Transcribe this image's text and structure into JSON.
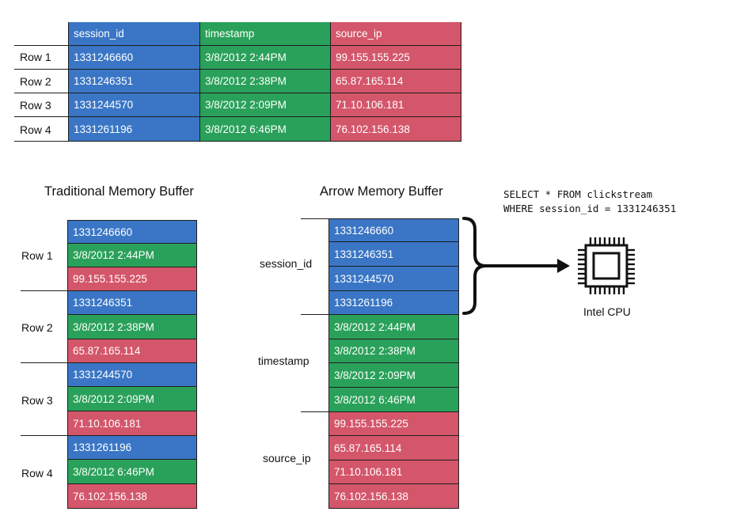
{
  "colors": {
    "blue": "#3a76c5",
    "green": "#2aa15a",
    "red": "#d4566a"
  },
  "top_table": {
    "headers": [
      "session_id",
      "timestamp",
      "source_ip"
    ],
    "row_labels": [
      "Row 1",
      "Row 2",
      "Row 3",
      "Row 4"
    ],
    "rows": [
      [
        "1331246660",
        "3/8/2012 2:44PM",
        "99.155.155.225"
      ],
      [
        "1331246351",
        "3/8/2012 2:38PM",
        "65.87.165.114"
      ],
      [
        "1331244570",
        "3/8/2012 2:09PM",
        "71.10.106.181"
      ],
      [
        "1331261196",
        "3/8/2012 6:46PM",
        "76.102.156.138"
      ]
    ]
  },
  "traditional": {
    "title": "Traditional Memory Buffer",
    "row_labels": [
      "Row 1",
      "Row 2",
      "Row 3",
      "Row 4"
    ],
    "cells": [
      "1331246660",
      "3/8/2012 2:44PM",
      "99.155.155.225",
      "1331246351",
      "3/8/2012 2:38PM",
      "65.87.165.114",
      "1331244570",
      "3/8/2012 2:09PM",
      "71.10.106.181",
      "1331261196",
      "3/8/2012 6:46PM",
      "76.102.156.138"
    ]
  },
  "arrow": {
    "title": "Arrow Memory Buffer",
    "group_labels": [
      "session_id",
      "timestamp",
      "source_ip"
    ],
    "cells": [
      "1331246660",
      "1331246351",
      "1331244570",
      "1331261196",
      "3/8/2012 2:44PM",
      "3/8/2012 2:38PM",
      "3/8/2012 2:09PM",
      "3/8/2012 6:46PM",
      "99.155.155.225",
      "65.87.165.114",
      "71.10.106.181",
      "76.102.156.138"
    ]
  },
  "query": {
    "line1": "SELECT * FROM clickstream",
    "line2": "WHERE session_id = 1331246351"
  },
  "cpu": {
    "label": "Intel CPU",
    "icon": "cpu-icon"
  }
}
